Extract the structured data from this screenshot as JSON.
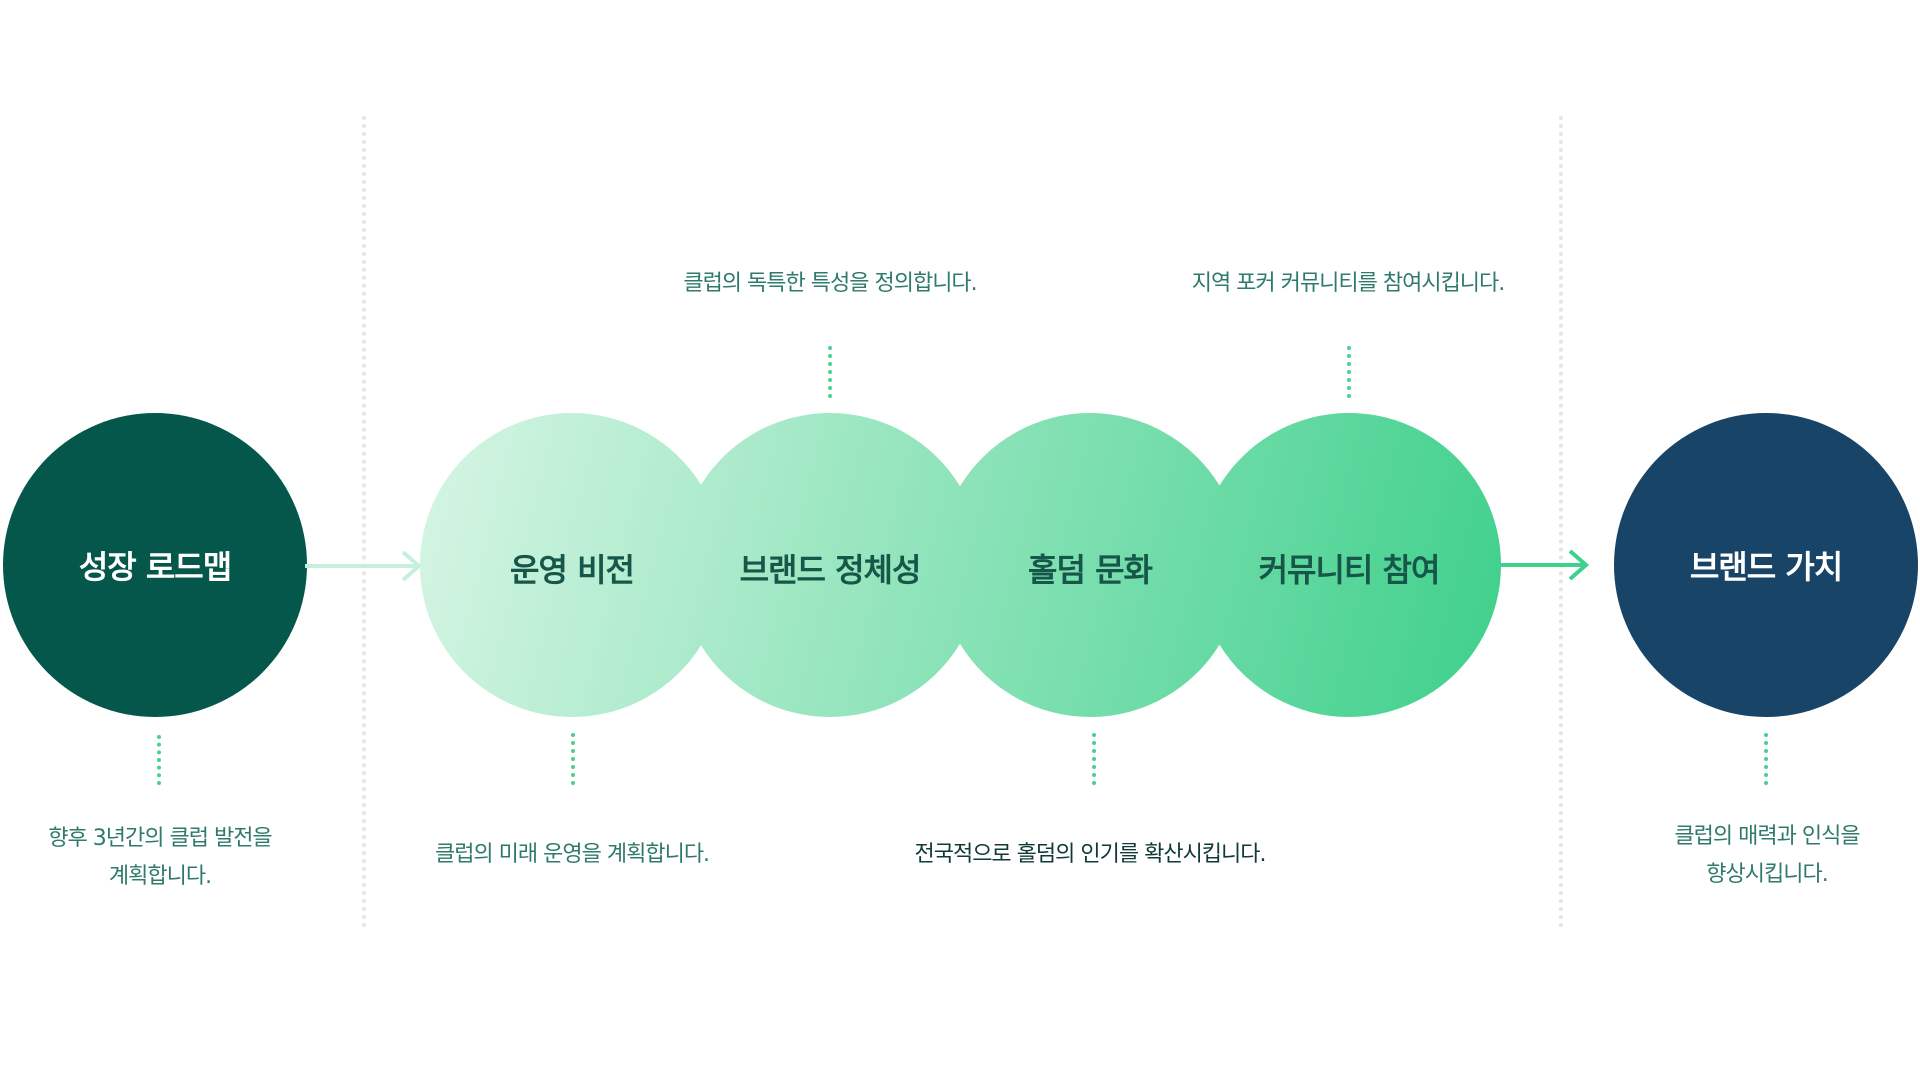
{
  "start": {
    "label": "성장 로드맵",
    "description_lines": [
      "향후 3년간의 클럽 발전을",
      "계획합니다."
    ]
  },
  "stages": [
    {
      "label": "운영 비전",
      "description": "클럽의 미래 운영을 계획합니다.",
      "description_position": "below"
    },
    {
      "label": "브랜드 정체성",
      "description": "클럽의 독특한 특성을 정의합니다.",
      "description_position": "above"
    },
    {
      "label": "홀덤 문화",
      "description": "전국적으로 홀덤의 인기를 확산시킵니다.",
      "description_position": "below"
    },
    {
      "label": "커뮤니티 참여",
      "description": "지역 포커 커뮤니티를 참여시킵니다.",
      "description_position": "above"
    }
  ],
  "end": {
    "label": "브랜드 가치",
    "description_lines": [
      "클럽의 매력과 인식을",
      "향상시킵니다."
    ]
  },
  "colors": {
    "start_circle": "#04574a",
    "end_circle": "#184467",
    "gradient_start": "#d6f5e4",
    "gradient_end": "#3fd08c",
    "arrow_light": "#c5f0db",
    "arrow_strong": "#3fd08c",
    "connector_dots": "#4ccf93",
    "separator": "#e1e7e5"
  }
}
